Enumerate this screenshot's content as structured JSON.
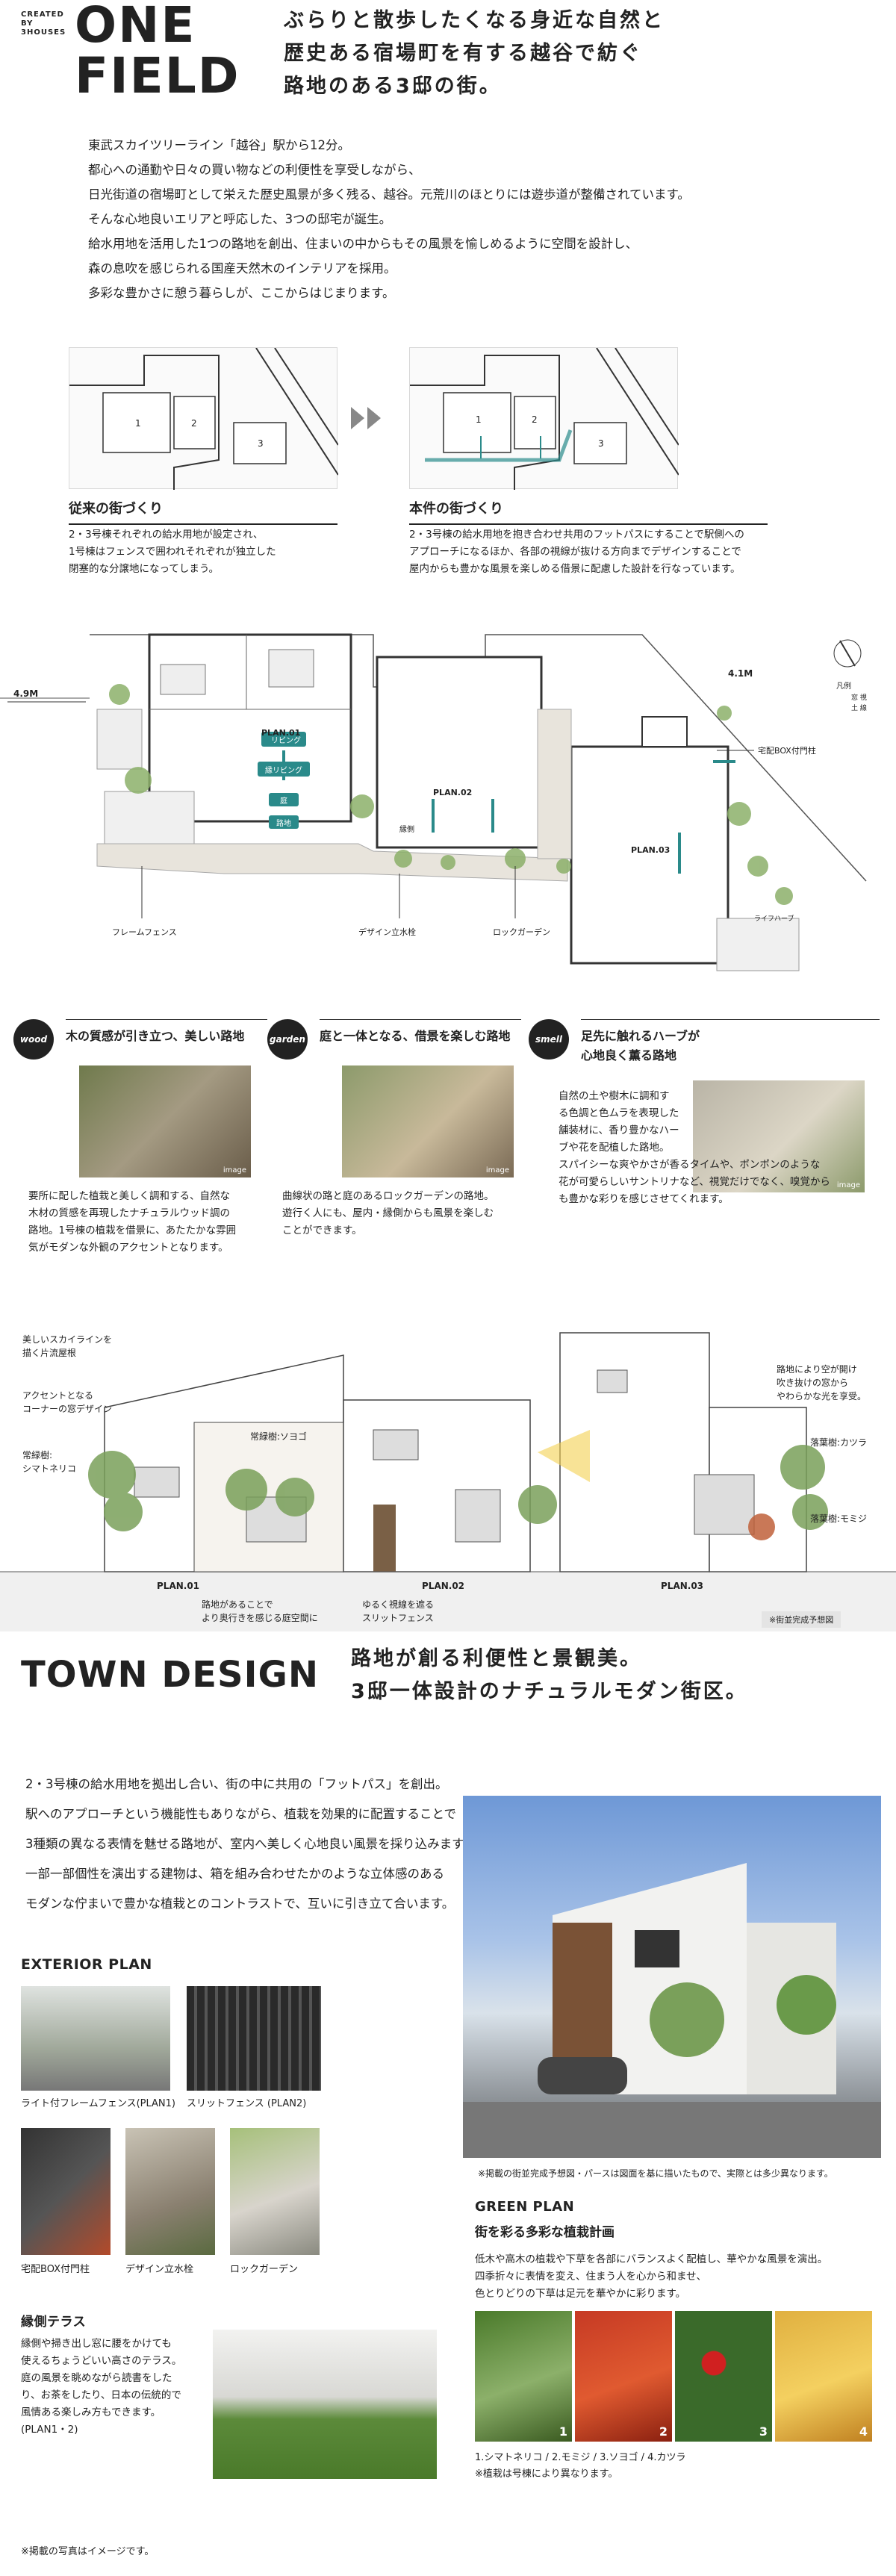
{
  "logo": {
    "created_by": "CREATED BY 3HOUSES",
    "name_line1": "ONE",
    "name_line2": "FIELD"
  },
  "headline": [
    "ぶらりと散歩したくなる身近な自然と",
    "歴史ある宿場町を有する越谷で紡ぐ",
    "路地のある3邸の街。"
  ],
  "intro": [
    "東武スカイツリーライン「越谷」駅から12分。",
    "都心への通勤や日々の買い物などの利便性を享受しながら、",
    "日光街道の宿場町として栄えた歴史風景が多く残る、越谷。元荒川のほとりには遊歩道が整備されています。",
    "そんな心地良いエリアと呼応した、3つの邸宅が誕生。",
    "給水用地を活用した1つの路地を創出、住まいの中からもその風景を愉しめるように空間を設計し、",
    "森の息吹を感じられる国産天然木のインテリアを採用。",
    "多彩な豊かさに憩う暮らしが、ここからはじまります。"
  ],
  "compare": {
    "before_title": "従来の街づくり",
    "before_text": [
      "2・3号棟それぞれの給水用地が設定され、",
      "1号棟はフェンスで囲われそれぞれが独立した",
      "閉塞的な分譲地になってしまう。"
    ],
    "after_title": "本件の街づくり",
    "after_text": [
      "2・3号棟の給水用地を抱き合わせ共用のフットパスにすることで駅側への",
      "アプローチになるほか、各部の視線が抜ける方向までデザインすることで",
      "屋内からも豊かな風景を楽しめる借景に配慮した設計を行なっています。"
    ],
    "lot_labels": [
      "1",
      "2",
      "3"
    ]
  },
  "siteplan": {
    "dim_left": "4.9M",
    "dim_right": "4.1M",
    "plan01": "PLAN.01",
    "plan02": "PLAN.02",
    "plan03": "PLAN.03",
    "living": "リビング",
    "engawa_living": "縁リビング",
    "garden": "庭",
    "alley": "路地",
    "engawa": "縁側",
    "labels": [
      "フレームフェンス",
      "デザイン立水栓",
      "ロックガーデン"
    ],
    "delivery_box": "宅配BOX付門柱",
    "herb": "ライフハーブ",
    "legend_title": "凡例",
    "legend_items": [
      "窓 視",
      "土 線"
    ]
  },
  "features": [
    {
      "pin": "wood",
      "title": "木の質感が引き立つ、美しい路地",
      "text": [
        "要所に配した植栽と美しく調和する、自然な",
        "木材の質感を再現したナチュラルウッド調の",
        "路地。1号棟の植栽を借景に、あたたかな雰囲",
        "気がモダンな外観のアクセントとなります。"
      ]
    },
    {
      "pin": "garden",
      "title": "庭と一体となる、借景を楽しむ路地",
      "text": [
        "曲線状の路と庭のあるロックガーデンの路地。",
        "遊行く人にも、屋内・縁側からも風景を楽しむ",
        "ことができます。"
      ]
    },
    {
      "pin": "smell",
      "title": "足先に触れるハーブが\n心地良く薫る路地",
      "text": [
        "自然の土や樹木に調和す",
        "る色調と色ムラを表現した",
        "舗装材に、香り豊かなハー",
        "ブや花を配植した路地。",
        "スパイシーな爽やかさが香るタイムや、ポンポンのような",
        "花が可愛らしいサントリナなど、視覚だけでなく、嗅覚から",
        "も豊かな彩りを感じさせてくれます。"
      ]
    }
  ],
  "image_tag": "image",
  "elevation": {
    "notes_left": [
      "美しいスカイラインを\n描く片流屋根",
      "アクセントとなる\nコーナーの窓デザイン",
      "常緑樹:\nシマトネリコ"
    ],
    "note_mid": "常緑樹:ソヨゴ",
    "notes_right": [
      "路地により空が開け\n吹き抜けの窓から\nやわらかな光を享受。",
      "落葉樹:カツラ",
      "落葉樹:モミジ"
    ],
    "bottom_notes": [
      "路地があることで\nより奥行きを感じる庭空間に",
      "ゆるく視線を遮る\nスリットフェンス"
    ],
    "plans": [
      "PLAN.01",
      "PLAN.02",
      "PLAN.03"
    ],
    "disclaimer": "※街並完成予想図"
  },
  "town": {
    "title": "TOWN DESIGN",
    "head": [
      "路地が創る利便性と景観美。",
      "3邸一体設計のナチュラルモダン街区。"
    ],
    "body": [
      "2・3号棟の給水用地を拠出し合い、街の中に共用の「フットパス」を創出。",
      "駅へのアプローチという機能性もありながら、植栽を効果的に配置することで",
      "3種類の異なる表情を魅せる路地が、室内へ美しく心地良い風景を採り込みます。",
      "一部一部個性を演出する建物は、箱を組み合わせたかのような立体感のある",
      "モダンな佇まいで豊かな植栽とのコントラストで、互いに引き立て合います。"
    ],
    "exterior_title": "EXTERIOR PLAN",
    "exterior": [
      "ライト付フレームフェンス(PLAN1)",
      "スリットフェンス (PLAN2)",
      "宅配BOX付門柱",
      "デザイン立水栓",
      "ロックガーデン"
    ],
    "terrace_title": "縁側テラス",
    "terrace_text": [
      "縁側や掃き出し窓に腰をかけても",
      "使えるちょうどいい高さのテラス。",
      "庭の風景を眺めながら読書をした",
      "り、お茶をしたり、日本の伝統的で",
      "風情ある楽しみ方もできます。",
      "(PLAN1・2)"
    ],
    "photo_note": "※掲載の写真はイメージです。",
    "render_note": "※掲載の街並完成予想図・パースは図面を基に描いたもので、実際とは多少異なります。",
    "green_title": "GREEN PLAN",
    "green_sub": "街を彩る多彩な植栽計画",
    "green_text": [
      "低木や高木の植栽や下草を各部にバランスよく配植し、華やかな風景を演出。",
      "四季折々に表情を変え、住まう人を心から和ませ、",
      "色とりどりの下草は足元を華やかに彩ります。"
    ],
    "trees": [
      "1",
      "2",
      "3",
      "4"
    ],
    "tree_caption": "1.シマトネリコ / 2.モミジ / 3.ソヨゴ / 4.カツラ",
    "tree_note": "※植栽は号棟により異なります。"
  },
  "colors": {
    "accent": "#2a8a8a",
    "dark": "#222222",
    "green": "#7aa05a"
  }
}
